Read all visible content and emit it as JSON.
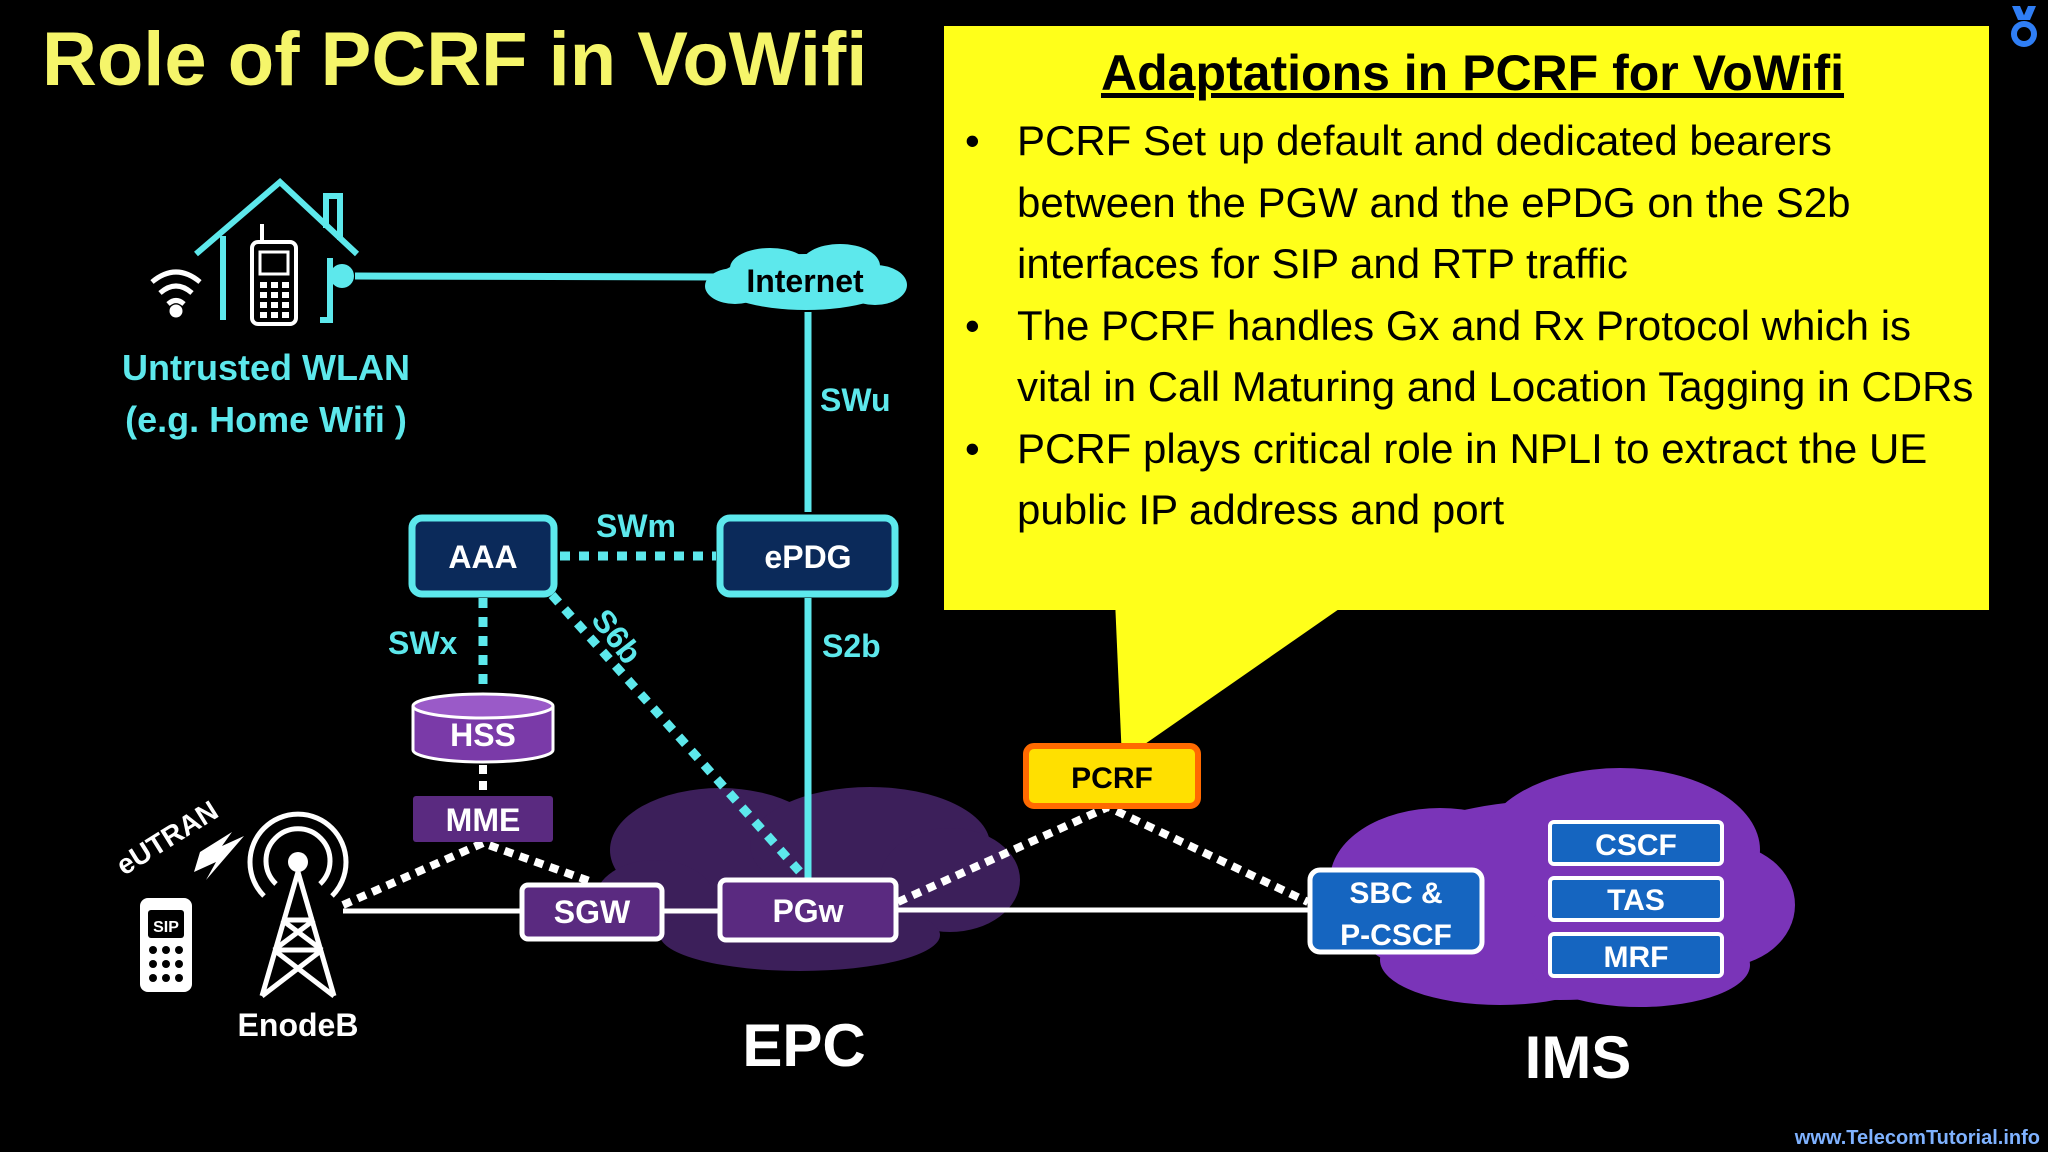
{
  "title": "Role of PCRF in VoWifi",
  "callout": {
    "heading": "Adaptations in PCRF for VoWifi",
    "bullets": [
      "PCRF Set up default and dedicated bearers between the PGW and the ePDG on the S2b interfaces for SIP and RTP traffic",
      "The PCRF handles Gx and Rx Protocol which is vital in Call Maturing and Location Tagging in CDRs",
      "PCRF plays critical role in NPLI to extract the UE public IP address and port"
    ]
  },
  "nodes": {
    "internet": "Internet",
    "aaa": "AAA",
    "epdg": "ePDG",
    "hss": "HSS",
    "mme": "MME",
    "sgw": "SGW",
    "pgw": "PGw",
    "pcrf": "PCRF",
    "sbc_line1": "SBC &",
    "sbc_line2": "P-CSCF",
    "cscf": "CSCF",
    "tas": "TAS",
    "mrf": "MRF",
    "enodeb": "EnodeB",
    "phone_label": "SIP"
  },
  "interfaces": {
    "swu": "SWu",
    "swm": "SWm",
    "swx": "SWx",
    "s6b": "S6b",
    "s2b": "S2b"
  },
  "labels": {
    "wlan_line1": "Untrusted WLAN",
    "wlan_line2": "(e.g. Home Wifi )",
    "eutran": "eUTRAN",
    "epc": "EPC",
    "ims": "IMS"
  },
  "footer": "www.TelecomTutorial.info",
  "colors": {
    "background": "#000000",
    "title": "#f5f56a",
    "callout": "#ffff1a",
    "cyan": "#5de8ec",
    "navy": "#0b2a5a",
    "purple_node": "#7a3aa8",
    "purple_cloud": "#3c1f5a",
    "ims_cloud": "#7a34b8",
    "ims_box": "#1565c0",
    "pcrf_box": "#ffe000",
    "pcrf_border": "#ff6a00"
  }
}
